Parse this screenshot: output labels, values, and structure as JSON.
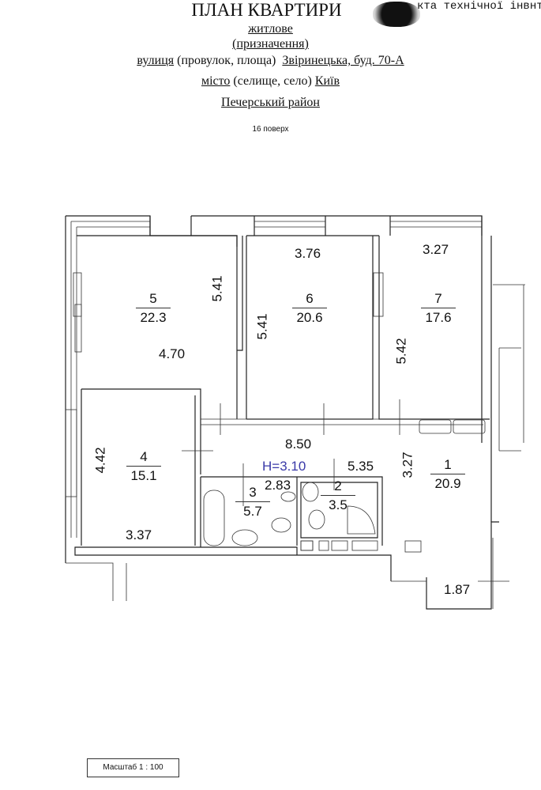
{
  "header": {
    "title": "ПЛАН КВАРТИРИ",
    "overlay_text": "кта технічної інвнта",
    "purpose_value": "житлове",
    "purpose_caption": "(призначення)",
    "street_label": "вулиця",
    "street_caption": "(провулок, площа)",
    "street_value": "Звіринецька, буд. 70-А",
    "city_label": "місто",
    "city_caption": "(селище, село)",
    "city_value": "Київ",
    "district": "Печерський район",
    "floor": "16 поверх"
  },
  "plan": {
    "height_label": "H=3.10",
    "height_color": "#3a3aa8",
    "rooms": [
      {
        "num": "1",
        "area": "20.9"
      },
      {
        "num": "2",
        "area": "3.5"
      },
      {
        "num": "3",
        "area": "5.7"
      },
      {
        "num": "4",
        "area": "15.1"
      },
      {
        "num": "5",
        "area": "22.3"
      },
      {
        "num": "6",
        "area": "20.6"
      },
      {
        "num": "7",
        "area": "17.6"
      }
    ],
    "dimensions": {
      "r5_width": "4.70",
      "r5_depth": "5.41",
      "r6_width": "3.76",
      "r6_depth": "5.41",
      "r7_width": "3.27",
      "r7_depth": "5.42",
      "corridor_len": "8.50",
      "r1_width": "5.35",
      "r1_depth": "3.27",
      "r4_depth": "4.42",
      "r4_width": "3.37",
      "r3_width": "2.83",
      "hall_width": "1.87"
    }
  },
  "scale": "Масштаб 1 : 100"
}
